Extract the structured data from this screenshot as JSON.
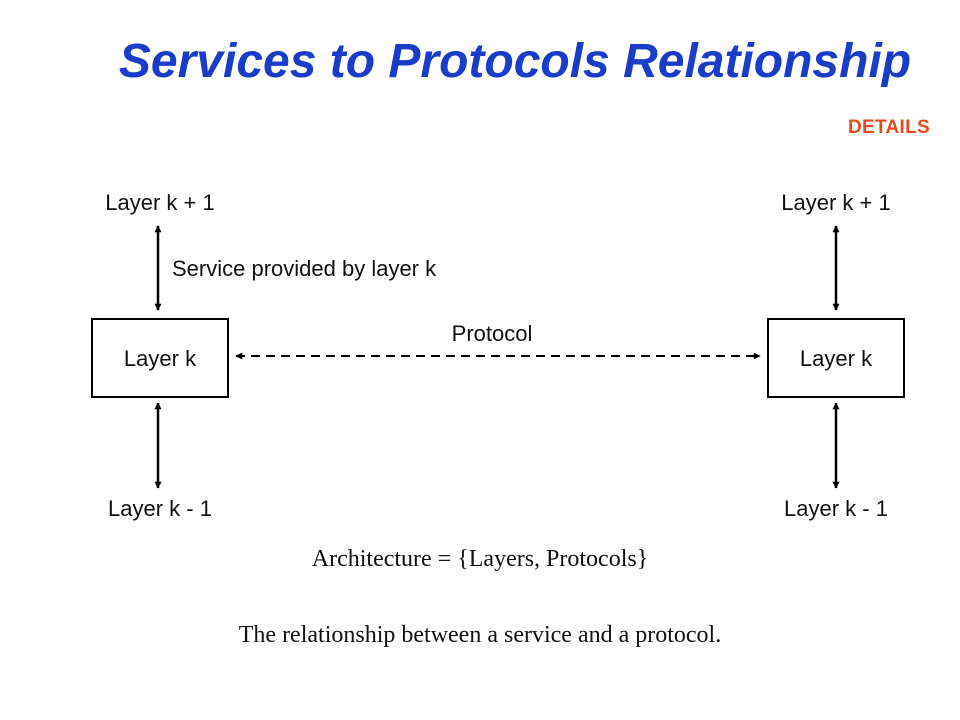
{
  "slide": {
    "title": "Services to Protocols Relationship",
    "details_link": "DETAILS",
    "title_color": "#1a3cc8",
    "details_color": "#e84a1c"
  },
  "diagram": {
    "left": {
      "upper_layer": "Layer k + 1",
      "box": "Layer k",
      "lower_layer": "Layer k - 1"
    },
    "right": {
      "upper_layer": "Layer k + 1",
      "box": "Layer k",
      "lower_layer": "Layer k - 1"
    },
    "service_label": "Service provided by layer k",
    "protocol_label": "Protocol"
  },
  "captions": {
    "architecture": "Architecture = {Layers, Protocols}",
    "relationship": "The relationship between a service and a protocol."
  }
}
